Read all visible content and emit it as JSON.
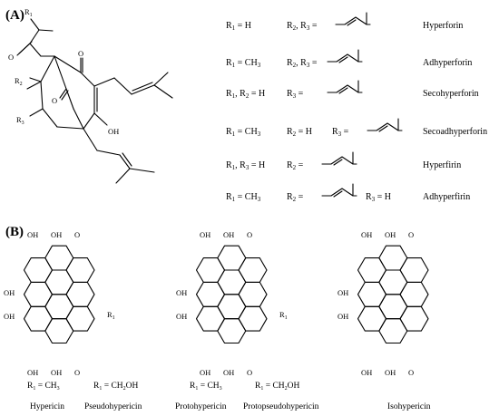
{
  "panels": {
    "a_label": "(A)",
    "b_label": "(B)"
  },
  "core_a_atoms": {
    "r1": "R",
    "r1_sub": "1",
    "r2": "R",
    "r2_sub": "2",
    "r3": "R",
    "r3_sub": "3",
    "o_top": "O",
    "o_left": "O",
    "o_bridge": "O",
    "oh": "OH"
  },
  "table_rows": [
    {
      "a": "R",
      "a_sub": "1",
      "a_rest": " = H",
      "b": "R",
      "b_sub": "2",
      "b_mid": ", R",
      "b_sub2": "3",
      "b_rest": " =",
      "c": "",
      "name": "Hyperforin"
    },
    {
      "a": "R",
      "a_sub": "1",
      "a_rest": " = CH",
      "a_sub2": "3",
      "b": "R",
      "b_sub": "2",
      "b_mid": ", R",
      "b_sub2": "3",
      "b_rest": " =",
      "c": "",
      "name": "Adhyperforin"
    },
    {
      "a": "R",
      "a_sub": "1",
      "a_rest": ", R",
      "a_sub2": "2",
      "a_rest2": " = H",
      "b": "R",
      "b_sub": "3",
      "b_rest": " =",
      "c": "",
      "name": "Secohyperforin"
    },
    {
      "a": "R",
      "a_sub": "1",
      "a_rest": " = CH",
      "a_sub2": "3",
      "b": "R",
      "b_sub": "2",
      "b_rest": " = H",
      "c": "R",
      "c_sub": "3",
      "c_rest": " =",
      "name": "Secoadhyperforin"
    },
    {
      "a": "R",
      "a_sub": "1",
      "a_rest": ", R",
      "a_sub2": "3",
      "a_rest2": " = H",
      "b": "R",
      "b_sub": "2",
      "b_rest": " =",
      "c": "",
      "name": "Hyperfirin"
    },
    {
      "a": "R",
      "a_sub": "1",
      "a_rest": " = CH",
      "a_sub2": "3",
      "b": "R",
      "b_sub": "2",
      "b_rest": " =",
      "c": "R",
      "c_sub": "3",
      "c_rest": " = H",
      "name": "Adhyperfirin"
    }
  ],
  "panel_b": {
    "oh": "OH",
    "o": "O",
    "r1": "R",
    "r1_sub": "1",
    "hyp_r1": "R",
    "hyp_r1_sub": "1",
    "hyp_r1_rest": " = CH",
    "hyp_r1_sub2": "3",
    "hyp_r2_rest": " = CH",
    "hyp_r2_sub2": "2",
    "hyp_r2_end": "OH",
    "captions": [
      "Hypericin",
      "Pseudohypericin",
      "Protohypericin",
      "Protopseudohypericin",
      "Isohypericin"
    ]
  }
}
